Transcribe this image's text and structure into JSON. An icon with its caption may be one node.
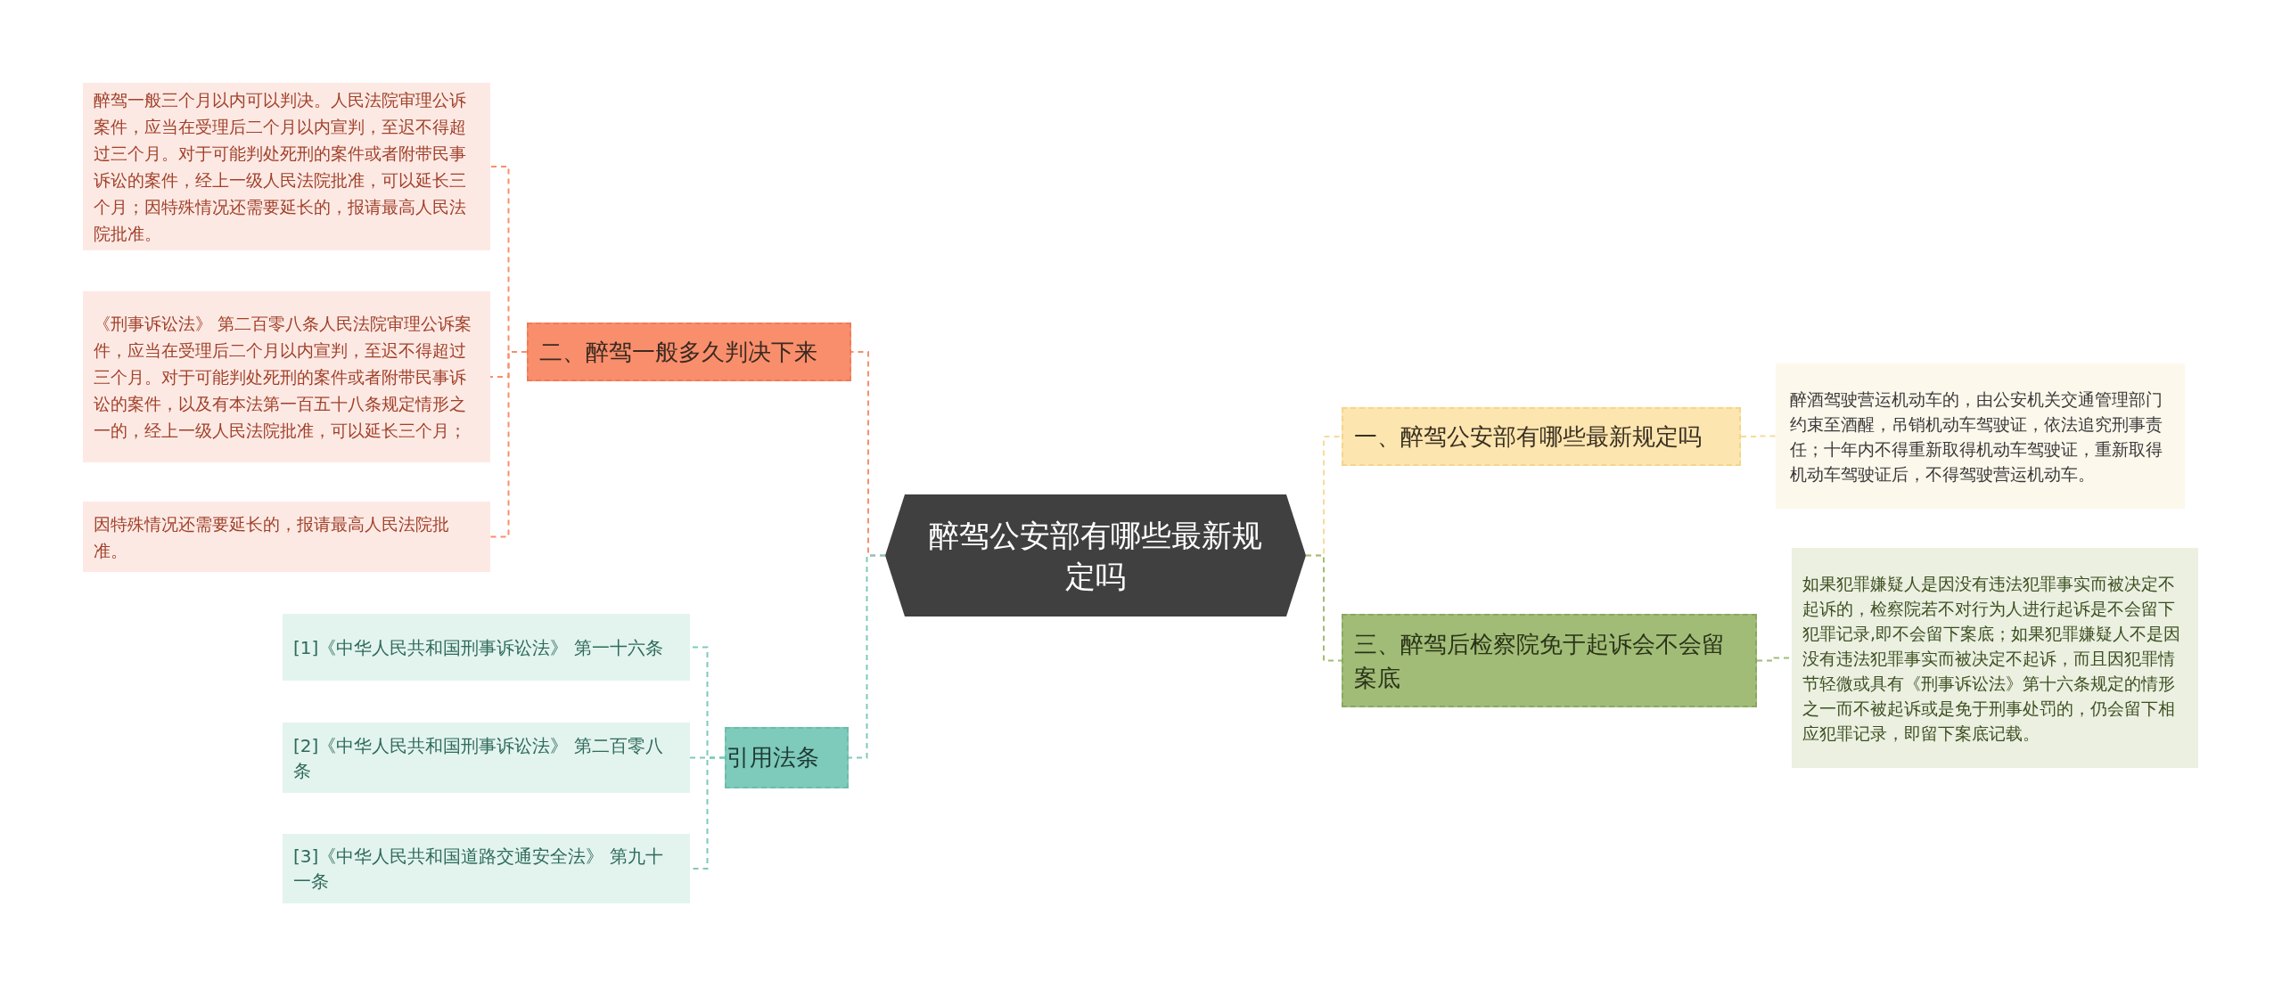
{
  "diagram": {
    "nodes": [
      {
        "text": [
          "醉驾公安部有哪些最新规定吗"
        ]
      },
      {
        "text": [
          "二、醉驾一般多久判决下来"
        ]
      },
      {
        "text": [
          "醉驾一般三个月以内可以判决。人民法院审理公诉案件，应当在受理后二个月以内宣判，至迟不得超过三个月。对于可能判处死刑的案件或者附带民事诉讼的案件，经上一级人民法院批准，可以延长三个月；因特殊情况还需要延长的，报请最高人民法院批准。"
        ]
      },
      {
        "text": [
          "《刑事诉讼法》 第二百零八条人民法院审理公诉案件，应当在受理后二个月以内宣判，至迟不得超过三个月。对于可能判处死刑的案件或者附带民事诉讼的案件，以及有本法第一百五十八条规定情形之一的，经上一级人民法院批准，可以延长三个月；"
        ]
      },
      {
        "text": [
          "因特殊情况还需要延长的，报请最高人民法院批准。"
        ]
      },
      {
        "text": [
          "引用法条"
        ]
      },
      {
        "text": [
          "[1]《中华人民共和国刑事诉讼法》 第一十六条"
        ]
      },
      {
        "text": [
          "[2]《中华人民共和国刑事诉讼法》 第二百零八条"
        ]
      },
      {
        "text": [
          "[3]《中华人民共和国道路交通安全法》 第九十一条"
        ]
      },
      {
        "text": [
          "一、醉驾公安部有哪些最新规定吗"
        ]
      },
      {
        "text": [
          "醉酒驾驶营运机动车的，由公安机关交通管理部门约束至酒醒，吊销机动车驾驶证，依法追究刑事责任；十年内不得重新取得机动车驾驶证，重新取得机动车驾驶证后，不得驾驶营运机动车。"
        ]
      },
      {
        "text": [
          "三、醉驾后检察院免于起诉会不会留案底"
        ]
      },
      {
        "text": [
          "如果犯罪嫌疑人是因没有违法犯罪事实而被决定不起诉的，检察院若不对行为人进行起诉是不会留下犯罪记录,即不会留下案底；如果犯罪嫌疑人不是因没有违法犯罪事实而被决定不起诉，而且因犯罪情节轻微或具有《刑事诉讼法》第十六条规定的情形之一而不被起诉或是免于刑事处罚的，仍会留下相应犯罪记录，即留下案底记载。"
        ]
      }
    ],
    "edges": [
      {
        "from": 0,
        "to": 1,
        "arrow": "none",
        "style": "dashed",
        "color": "#f98e6c"
      },
      {
        "from": 1,
        "to": 2,
        "arrow": "none",
        "style": "dashed",
        "color": "#f98e6c"
      },
      {
        "from": 1,
        "to": 3,
        "arrow": "none",
        "style": "dashed",
        "color": "#f98e6c"
      },
      {
        "from": 1,
        "to": 4,
        "arrow": "none",
        "style": "dashed",
        "color": "#f98e6c"
      },
      {
        "from": 0,
        "to": 5,
        "arrow": "none",
        "style": "dashed",
        "color": "#7ecabb"
      },
      {
        "from": 5,
        "to": 6,
        "arrow": "none",
        "style": "dashed",
        "color": "#7ecabb"
      },
      {
        "from": 5,
        "to": 7,
        "arrow": "none",
        "style": "dashed",
        "color": "#7ecabb"
      },
      {
        "from": 5,
        "to": 8,
        "arrow": "none",
        "style": "dashed",
        "color": "#7ecabb"
      },
      {
        "from": 0,
        "to": 9,
        "arrow": "none",
        "style": "dashed",
        "color": "#f5dc98"
      },
      {
        "from": 9,
        "to": 10,
        "arrow": "none",
        "style": "dashed",
        "color": "#f5dc98"
      },
      {
        "from": 0,
        "to": 11,
        "arrow": "none",
        "style": "dashed",
        "color": "#a1bc77"
      },
      {
        "from": 11,
        "to": 12,
        "arrow": "none",
        "style": "dashed",
        "color": "#a1bc77"
      }
    ]
  }
}
